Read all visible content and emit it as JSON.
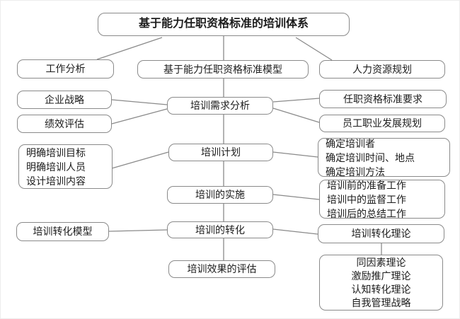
{
  "diagram": {
    "title": "基于能力任职资格标准的培训体系",
    "nodes": {
      "job_analysis": "工作分析",
      "model": "基于能力任职资格标准模型",
      "hr_planning": "人力资源规划",
      "corporate_strategy": "企业战略",
      "performance_eval": "绩效评估",
      "needs_analysis": "培训需求分析",
      "qualification_req": "任职资格标准要求",
      "career_planning": "员工职业发展规划",
      "plan_left": [
        "明确培训目标",
        "明确培训人员",
        "设计培训内容"
      ],
      "training_plan": "培训计划",
      "plan_right": [
        "确定培训者",
        "确定培训时间、地点",
        "确定培训方法"
      ],
      "implementation": "培训的实施",
      "impl_right": [
        "培训前的准备工作",
        "培训中的监督工作",
        "培训后的总结工作"
      ],
      "transfer_model": "培训转化模型",
      "transfer": "培训的转化",
      "transfer_theory": "培训转化理论",
      "evaluation": "培训效果的评估",
      "theories": [
        "同因素理论",
        "激励推广理论",
        "认知转化理论",
        "自我管理战略"
      ]
    },
    "colors": {
      "border": "#8a8a8a",
      "line": "#8a8a8a",
      "text": "#1c1c1c",
      "background": "#ffffff"
    }
  }
}
